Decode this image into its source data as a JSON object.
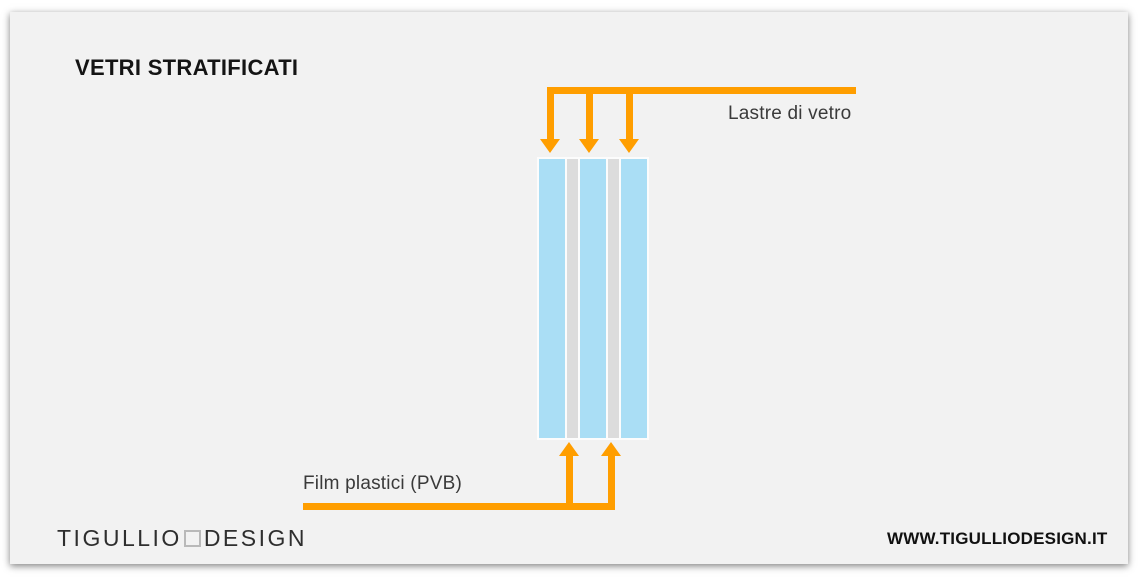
{
  "page": {
    "title": "VETRI STRATIFICATI"
  },
  "diagram": {
    "labels": {
      "glass_sheets": "Lastre di vetro",
      "plastic_films": "Film plastici (PVB)"
    },
    "layers": [
      {
        "type": "glass"
      },
      {
        "type": "pvb"
      },
      {
        "type": "glass"
      },
      {
        "type": "pvb"
      },
      {
        "type": "glass"
      }
    ],
    "pointers": {
      "top_arrow_count": 3,
      "bottom_arrow_count": 2,
      "top_arrows_point_to": "glass",
      "bottom_arrows_point_to": "pvb"
    },
    "colors": {
      "arrow_orange": "#FF9E00",
      "glass_blue": "#AADEF5",
      "pvb_gray": "#DCDCDC",
      "panel_background": "#F2F2F2",
      "label_text": "#3A3A3A"
    }
  },
  "footer": {
    "logo_part1": "TIGULLIO",
    "logo_part2": "DESIGN",
    "website": "WWW.TIGULLIODESIGN.IT"
  }
}
